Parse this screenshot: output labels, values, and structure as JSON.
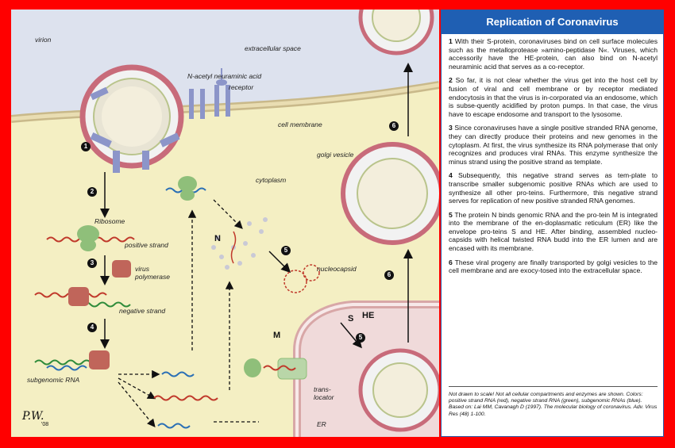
{
  "panel": {
    "title": "Replication of Coronavirus",
    "paragraphs": [
      {
        "num": "1",
        "text": "With their S-protein, coronaviruses bind on cell surface molecules such as the metalloprotease »amino-peptidase N«. Viruses, which accessorily have the HE-protein, can also bind on N-acetyl neuraminic acid that serves as a co-receptor."
      },
      {
        "num": "2",
        "text": "So far, it is not clear whether the virus get into the host cell by fusion of viral and cell membrane or by receptor mediated endocytosis in that the virus is in-corporated via an endosome, which is subse-quently acidified by proton pumps. In that case, the virus have to escape endosome and transport to the lysosome."
      },
      {
        "num": "3",
        "text": "Since coronaviruses have a single positive stranded RNA genome, they can directly produce their proteins and new genomes in the cytoplasm. At first, the virus synthesize its RNA polymerase that only recognizes and produces viral RNAs. This enzyme synthesize the minus strand using the positive strand as template."
      },
      {
        "num": "4",
        "text": "Subsequently, this negative strand serves as tem-plate to transcribe smaller subgenomic positive RNAs which are used to synthesize all other pro-teins. Furthermore, this negative strand serves for replication of new positive stranded RNA genomes."
      },
      {
        "num": "5",
        "text": "The protein N binds genomic RNA and the pro-tein M is integrated into the membrane of the en-doplasmatic reticulum (ER) like the envelope pro-teins S and HE. After binding, assembled nucleo-capsids with helical twisted RNA budd into the ER lumen and are encased with its membrane."
      },
      {
        "num": "6",
        "text": "These viral progeny are finally transported by golgi vesicles to the cell membrane and are exocy-tosed into the extracellular space."
      }
    ],
    "notes": [
      "Not drawn to scale! Not all cellular compartments and enzymes are shown. Colors: positive strand RNA (red), negative strand RNA (green), subgenomic RNAs (blue).",
      "Based on: Lai MM, Cavanagh D (1997). The molecular biology of coronavirus. Adv. Virus Res (48) 1-100."
    ]
  },
  "diagram": {
    "labels": {
      "virion": "virion",
      "extracellular_space": "extracellular space",
      "n_acetyl": "N-acetyl neuraminic acid",
      "receptor": "receptor",
      "cell_membrane": "cell membrane",
      "golgi_vesicle": "golgi vesicle",
      "cytoplasm": "cytoplasm",
      "ribosome": "Ribosome",
      "positive_strand": "positive strand",
      "virus_polymerase": "virus\npolymerase",
      "negative_strand": "negative strand",
      "subgenomic_rna": "subgenomic RNA",
      "n": "N",
      "nucleocapsid": "nucleocapsid",
      "m": "M",
      "s": "S",
      "he": "HE",
      "translocator": "trans-\nlocator",
      "er": "ER"
    },
    "steps": [
      "1",
      "2",
      "3",
      "4",
      "5",
      "5",
      "6",
      "6"
    ],
    "signature": "P.W.",
    "signature_year": "'08",
    "colors": {
      "positive_rna": "#c0392b",
      "negative_rna": "#2e8b3a",
      "subgenomic_rna": "#2a6fb5",
      "cytoplasm": "#f4efc3",
      "extracellular": "#dfe3ef",
      "protein": "#8c95c9",
      "ribosome": "#8fbf7a",
      "polymerase": "#c0655a",
      "title_bar": "#1f5fb3"
    }
  }
}
